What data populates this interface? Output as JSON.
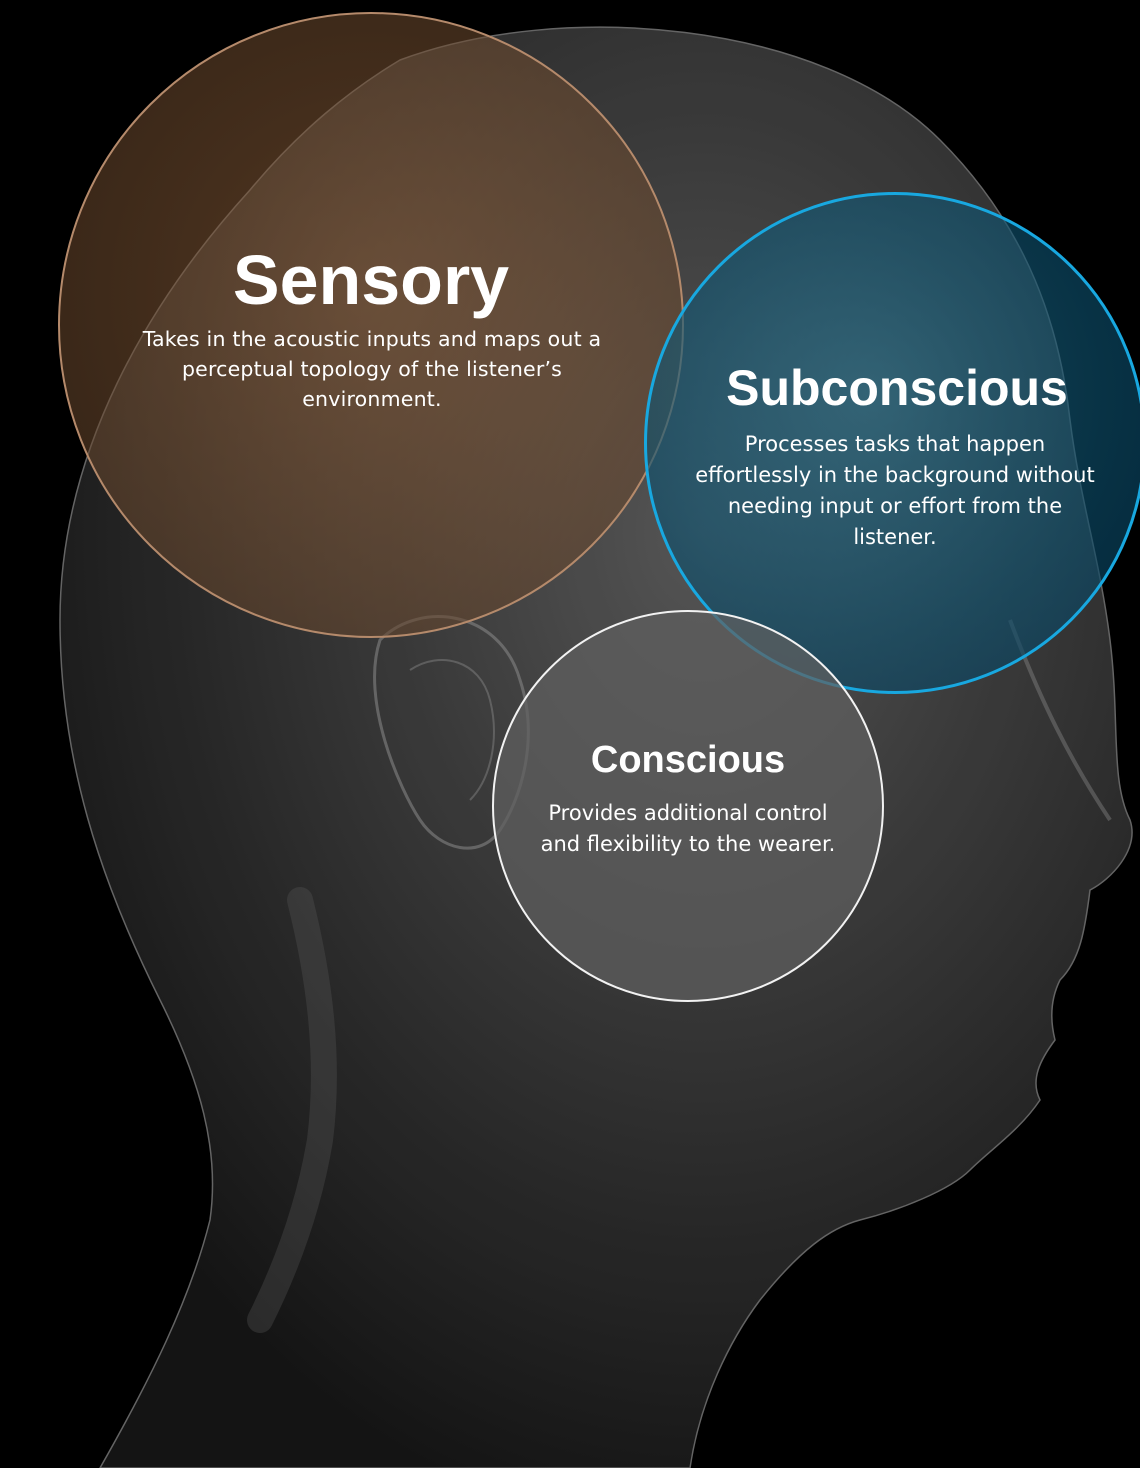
{
  "colors": {
    "background": "#000000",
    "sensory_ring": "#b58a6b",
    "subconscious_ring": "#18a8e0",
    "conscious_ring": "#f2f2f2"
  },
  "sensory": {
    "title": "Sensory",
    "description": "Takes in the acoustic inputs and maps out a perceptual topology of the listener’s environment."
  },
  "subconscious": {
    "title": "Subconscious",
    "description": "Processes tasks that happen effortlessly in the background without needing input or effort from the listener."
  },
  "conscious": {
    "title": "Conscious",
    "description": "Provides additional control and flexibility to the wearer."
  }
}
